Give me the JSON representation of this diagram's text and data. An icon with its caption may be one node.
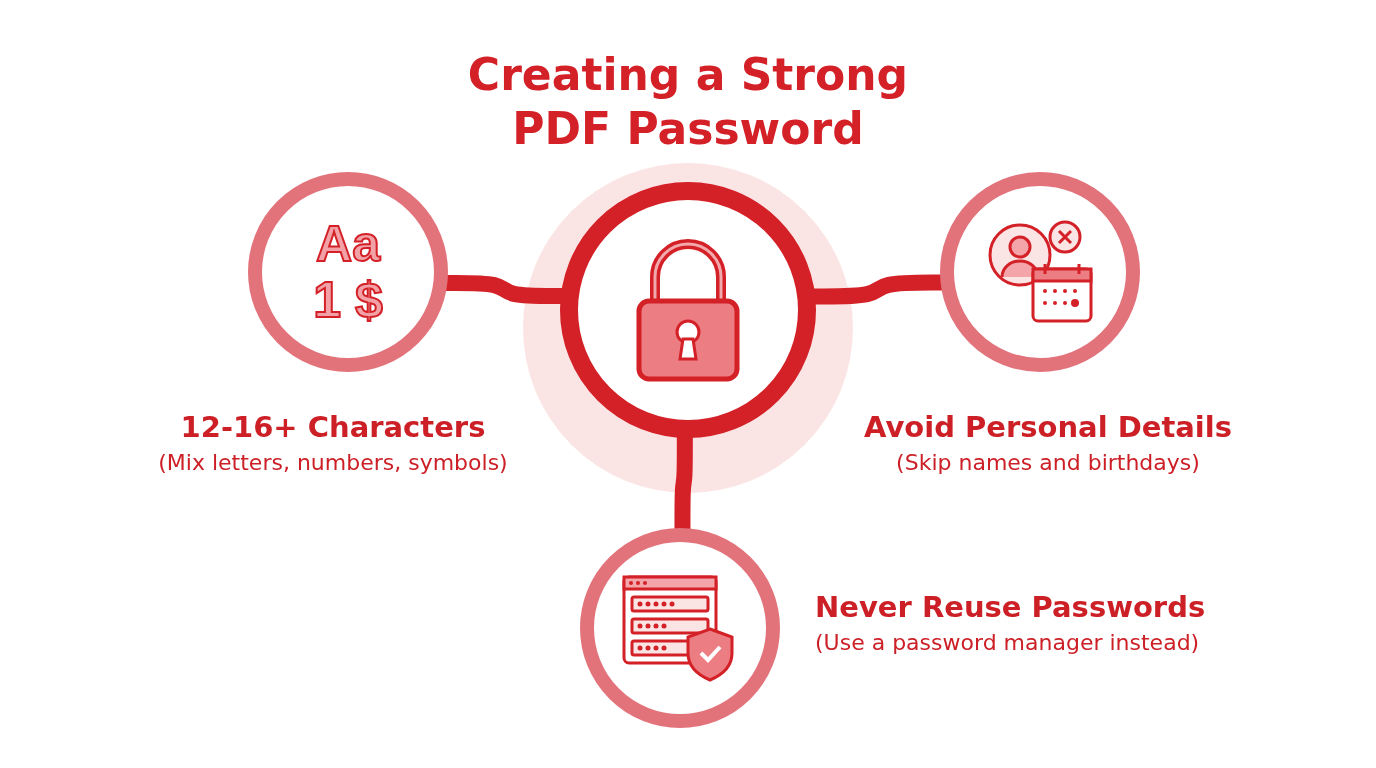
{
  "diagram": {
    "title": "Creating a Strong PDF Password",
    "nodes": [
      {
        "text": [],
        "shape": "circle"
      },
      {
        "text": [
          "Aa 1 $"
        ],
        "beside": [
          "12-16+ Characters",
          "(Mix letters, numbers, symbols)"
        ]
      },
      {
        "text": [],
        "shape": "circle",
        "beside": [
          "Avoid Personal Details",
          "(Skip names and birthdays)"
        ]
      },
      {
        "text": [],
        "shape": "circle",
        "beside": [
          "Never Reuse Passwords",
          "(Use a password manager instead)"
        ]
      }
    ],
    "edges": [
      {
        "from": 0,
        "to": 1,
        "arrow": "none"
      },
      {
        "from": 0,
        "to": 2,
        "arrow": "none"
      },
      {
        "from": 0,
        "to": 3,
        "arrow": "none"
      }
    ]
  }
}
